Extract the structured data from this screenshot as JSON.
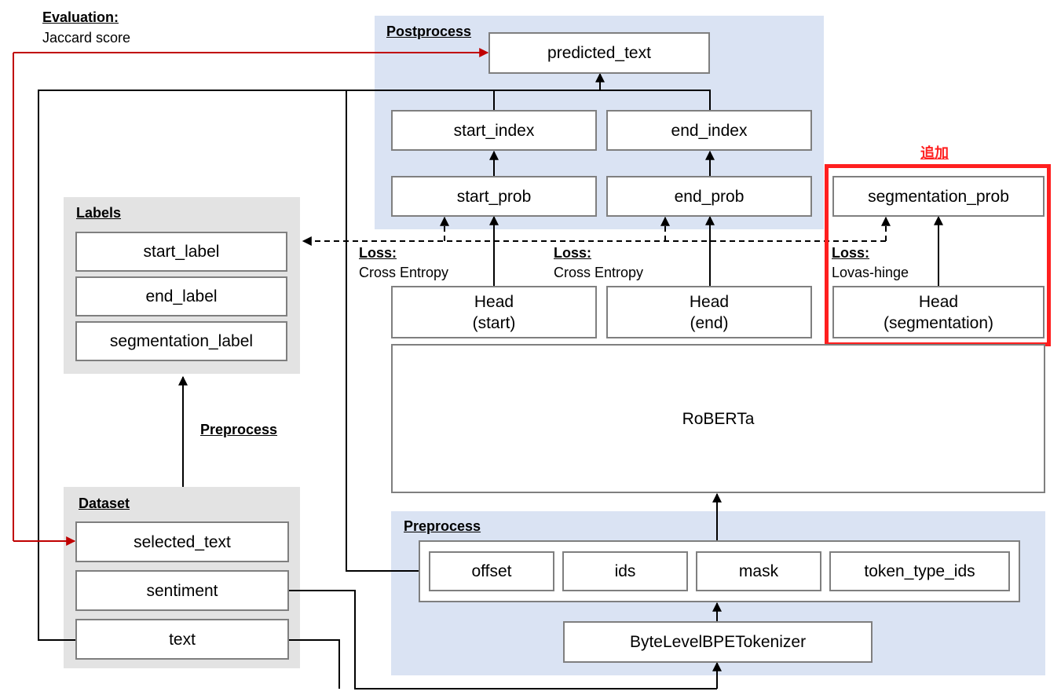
{
  "postprocess": {
    "title": "Postprocess",
    "predicted_text": "predicted_text",
    "start_index": "start_index",
    "end_index": "end_index",
    "start_prob": "start_prob",
    "end_prob": "end_prob"
  },
  "added": {
    "label": "追加",
    "segmentation_prob": "segmentation_prob",
    "loss_title": "Loss:",
    "loss_name": "Lovas-hinge",
    "head_line1": "Head",
    "head_line2": "(segmentation)"
  },
  "evaluation": {
    "title": "Evaluation:",
    "metric": "Jaccard score"
  },
  "labels": {
    "title": "Labels",
    "start_label": "start_label",
    "end_label": "end_label",
    "segmentation_label": "segmentation_label"
  },
  "losses": {
    "start": {
      "title": "Loss:",
      "name": "Cross Entropy"
    },
    "end": {
      "title": "Loss:",
      "name": "Cross Entropy"
    }
  },
  "heads": {
    "start": {
      "line1": "Head",
      "line2": "(start)"
    },
    "end": {
      "line1": "Head",
      "line2": "(end)"
    }
  },
  "model": {
    "name": "RoBERTa"
  },
  "labels_preprocess": {
    "title": "Preprocess"
  },
  "dataset": {
    "title": "Dataset",
    "selected_text": "selected_text",
    "sentiment": "sentiment",
    "text": "text"
  },
  "preprocess": {
    "title": "Preprocess",
    "offset": "offset",
    "ids": "ids",
    "mask": "mask",
    "token_type_ids": "token_type_ids",
    "tokenizer": "ByteLevelBPETokenizer"
  },
  "colors": {
    "blue_region": "#dae3f3",
    "gray_region": "#e3e3e3",
    "box_border": "#7f7f7f",
    "highlight": "#ff1f1f",
    "eval_arrow": "#c00000"
  }
}
